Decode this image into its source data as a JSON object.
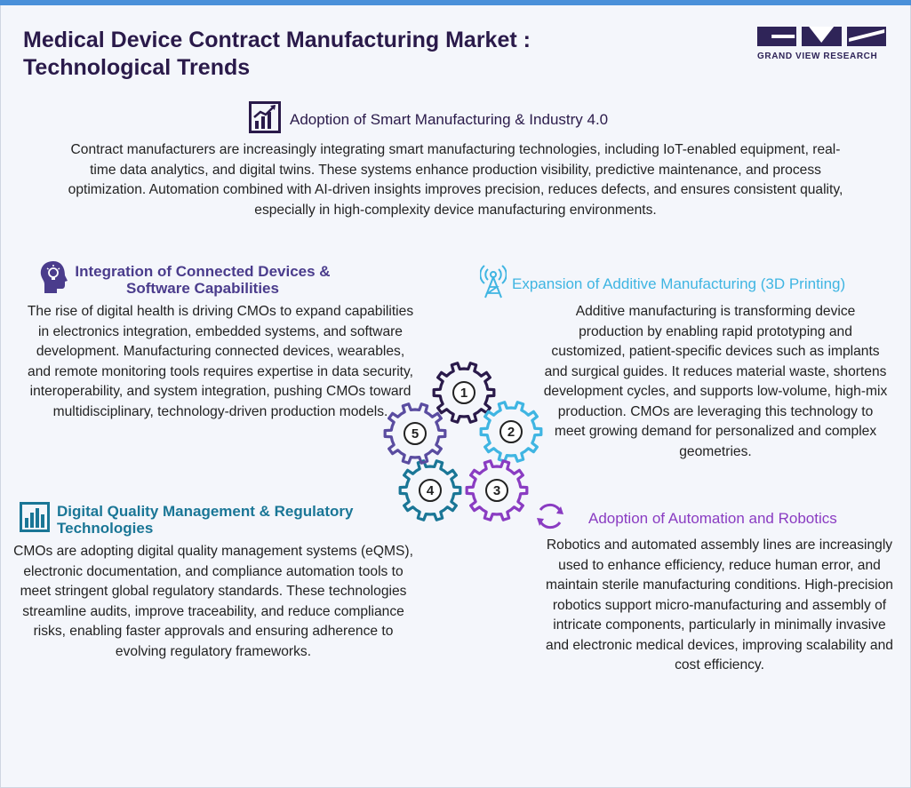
{
  "title": "Medical Device Contract Manufacturing Market : Technological Trends",
  "logo": {
    "text": "GRAND VIEW RESEARCH"
  },
  "sections": [
    {
      "heading": "Adoption of Smart Manufacturing & Industry 4.0",
      "body": "Contract manufacturers are increasingly integrating smart manufacturing technologies, including IoT-enabled equipment, real-time data analytics, and digital twins. These systems enhance production visibility, predictive maintenance, and process optimization. Automation combined with AI-driven insights improves precision, reduces defects, and ensures consistent quality, especially in high-complexity device manufacturing environments.",
      "icon": "growth-chart-icon",
      "color": "#2a1a4a"
    },
    {
      "heading": "Integration of Connected Devices & Software Capabilities",
      "body": "The rise of digital health is driving CMOs to expand capabilities in electronics integration, embedded systems, and software development. Manufacturing connected devices, wearables, and remote monitoring tools requires expertise in data security, interoperability, and system integration, pushing CMOs toward multidisciplinary, technology-driven production models.",
      "icon": "head-lightbulb-icon",
      "color": "#4a3c8c"
    },
    {
      "heading": "Expansion of Additive Manufacturing (3D Printing)",
      "body": "Additive manufacturing is transforming device production by enabling rapid prototyping and customized, patient-specific devices such as implants and surgical guides. It reduces material waste, shortens development cycles, and supports low-volume, high-mix production. CMOs are leveraging this technology to meet growing demand for personalized and complex geometries.",
      "icon": "antenna-tower-icon",
      "color": "#3fb5e2"
    },
    {
      "heading": "Digital Quality Management & Regulatory Technologies",
      "body": "CMOs are adopting digital quality management systems (eQMS), electronic documentation, and compliance automation tools to meet stringent global regulatory standards. These technologies streamline audits, improve traceability, and reduce compliance risks, enabling faster approvals and ensuring adherence to evolving regulatory frameworks.",
      "icon": "bar-chart-icon",
      "color": "#1a7696"
    },
    {
      "heading": "Adoption of Automation and Robotics",
      "body": "Robotics and automated assembly lines are increasingly used to enhance efficiency, reduce human error, and maintain sterile manufacturing conditions. High-precision robotics support micro-manufacturing and assembly of intricate components, particularly in minimally invasive and electronic medical devices, improving scalability and cost efficiency.",
      "icon": "refresh-cycle-icon",
      "color": "#8a3cc2"
    }
  ],
  "gears": [
    {
      "label": "1",
      "color": "#2a1a4a"
    },
    {
      "label": "2",
      "color": "#3fb5e2"
    },
    {
      "label": "3",
      "color": "#8a3cc2"
    },
    {
      "label": "4",
      "color": "#1a7696"
    },
    {
      "label": "5",
      "color": "#5a4ca0"
    }
  ]
}
